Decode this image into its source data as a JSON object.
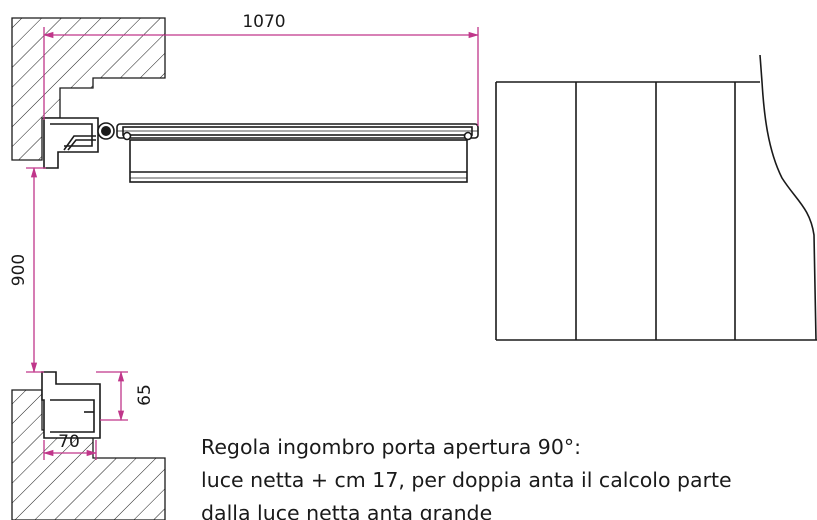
{
  "dimensions": {
    "door_width": "1070",
    "wall_opening": "900",
    "frame_depth": "65",
    "frame_width": "70"
  },
  "caption": {
    "line1": "Regola ingombro porta apertura 90°:",
    "line2": "luce netta + cm 17, per doppia anta il calcolo parte",
    "line3": "dalla luce netta anta grande"
  },
  "colors": {
    "dimension_line": "#c0368a",
    "drawing_line": "#1a1a1a"
  }
}
